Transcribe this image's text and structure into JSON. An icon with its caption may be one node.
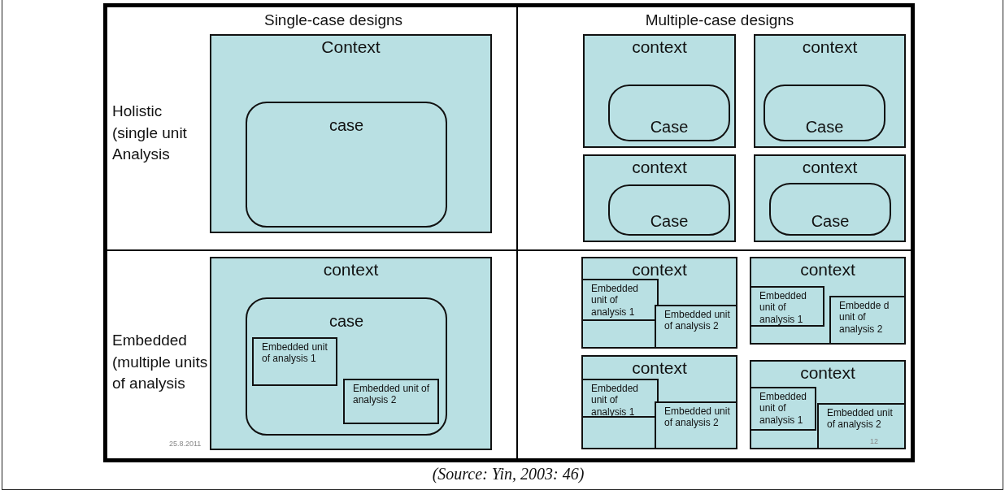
{
  "diagram": {
    "caption": "(Source: Yin, 2003: 46)",
    "nodes": [
      {
        "text": [
          "Context"
        ]
      },
      {
        "text": [
          "case"
        ],
        "in": 0
      },
      {
        "text": [
          "context"
        ]
      },
      {
        "text": [
          "Case"
        ],
        "in": 2
      },
      {
        "text": [
          "context"
        ]
      },
      {
        "text": [
          "Case"
        ],
        "in": 4
      },
      {
        "text": [
          "context"
        ]
      },
      {
        "text": [
          "Case"
        ],
        "in": 6
      },
      {
        "text": [
          "context"
        ]
      },
      {
        "text": [
          "Case"
        ],
        "in": 8
      },
      {
        "text": [
          "context"
        ]
      },
      {
        "text": [
          "case"
        ],
        "in": 10
      },
      {
        "text": [
          "Embedded unit of analysis 1"
        ],
        "in": 11
      },
      {
        "text": [
          "Embedded unit of analysis 2"
        ],
        "in": 11
      },
      {
        "text": [
          "context"
        ]
      },
      {
        "text": [
          "Embedded unit of analysis 1"
        ],
        "in": 14
      },
      {
        "text": [
          "Embedded unit of analysis 2"
        ],
        "in": 14
      },
      {
        "text": [
          "context"
        ]
      },
      {
        "text": [
          "Embedded unit of analysis 1"
        ],
        "in": 17
      },
      {
        "text": [
          "Embedde d unit of analysis 2"
        ],
        "in": 17
      },
      {
        "text": [
          "context"
        ]
      },
      {
        "text": [
          "Embedded unit of analysis 1"
        ],
        "in": 20
      },
      {
        "text": [
          "Embedded unit of analysis 2"
        ],
        "in": 20
      },
      {
        "text": [
          "context"
        ]
      },
      {
        "text": [
          "Embedded unit of analysis 1"
        ],
        "in": 23
      },
      {
        "text": [
          "Embedded unit of analysis 2"
        ],
        "in": 23
      }
    ],
    "labels": [
      "Single-case designs",
      "Multiple-case designs",
      "Holistic (single unit Analysis",
      "Embedded (multiple units of analysis",
      "25.8.2011",
      "12"
    ]
  }
}
